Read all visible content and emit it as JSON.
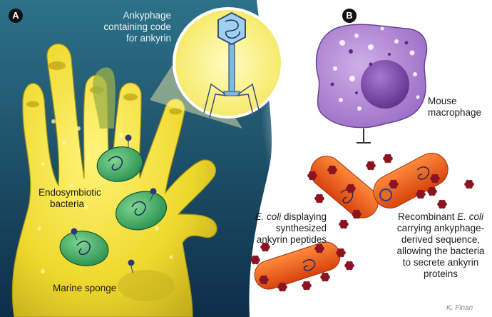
{
  "panels": {
    "a": "A",
    "b": "B"
  },
  "labels": {
    "ankyphage": [
      "Ankyphage",
      "containing code",
      "for ankyrin"
    ],
    "endosymbiotic": [
      "Endosymbiotic",
      "bacteria"
    ],
    "marine_sponge": "Marine sponge",
    "macrophage": [
      "Mouse",
      "macrophage"
    ],
    "ecoli_display": {
      "italic": "E. coli",
      "rest": " displaying",
      "lines": [
        "synthesized",
        "ankyrin peptides"
      ]
    },
    "recombinant": {
      "first": "Recombinant ",
      "italic": "E. coli",
      "lines": [
        "carrying ankyphage-",
        "derived sequence,",
        "allowing the bacteria",
        "to secrete ankyrin",
        "proteins"
      ]
    },
    "signature": "K. Finan"
  },
  "colors": {
    "ocean_top": "#2a6d84",
    "ocean_bottom": "#0d2c46",
    "sponge": "#f2e03a",
    "bacteria": "#3aa860",
    "macrophage": "#a070c8",
    "ecoli": "#e8561a",
    "ankyrin": "#8a1420",
    "inset": "#fff7a0"
  }
}
